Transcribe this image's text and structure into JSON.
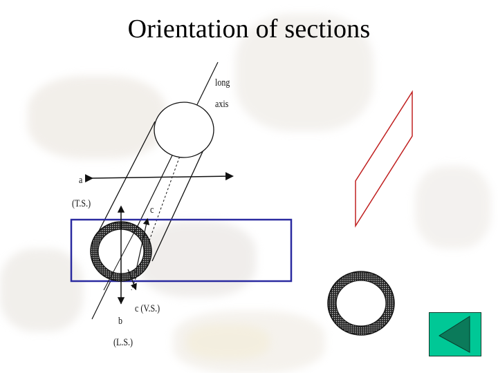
{
  "slide": {
    "title": "Orientation of sections"
  },
  "diagram": {
    "labels": {
      "long_axis_line1": "long",
      "long_axis_line2": "axis",
      "a": "a",
      "ts": "(T.S.)",
      "c_small": "c",
      "c_vs": "c (V.S.)",
      "b": "b",
      "ls": "(L.S.)"
    },
    "colors": {
      "highlight_box": "#2a2aa0",
      "section_plane": "#c02020",
      "nav_button_fill": "#00c896",
      "nav_arrow_fill": "#0b7a5a"
    }
  },
  "navigation": {
    "back_button_icon": "left-triangle"
  }
}
